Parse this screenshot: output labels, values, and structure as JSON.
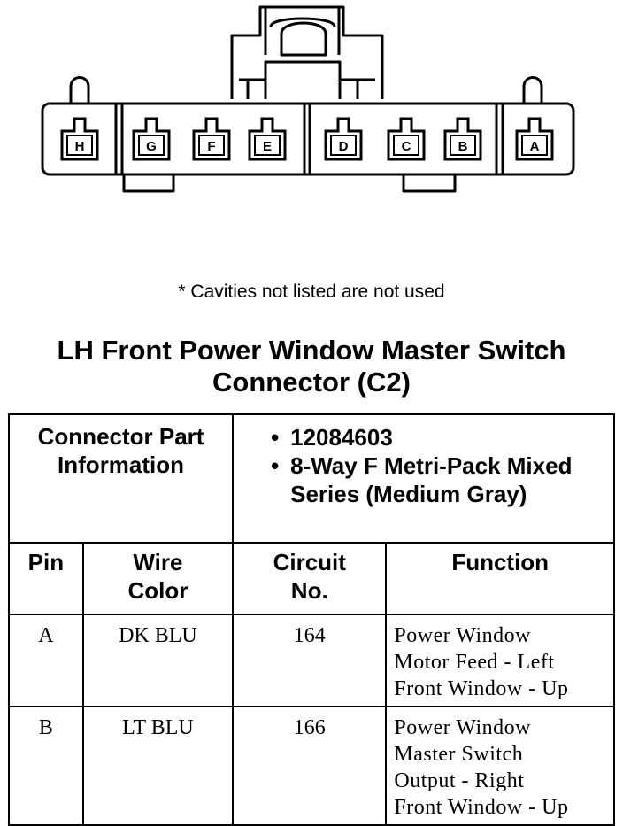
{
  "connector_diagram": {
    "cavities": [
      "H",
      "G",
      "F",
      "E",
      "D",
      "C",
      "B",
      "A"
    ]
  },
  "note": "* Cavities not listed are not used",
  "title_lines": [
    "LH Front Power Window Master Switch",
    "Connector (C2)"
  ],
  "connector_part_info": {
    "label_lines": [
      "Connector Part",
      "Information"
    ],
    "bullets": [
      "12084603",
      "8-Way F Metri-Pack Mixed Series (Medium Gray)"
    ]
  },
  "columns": {
    "pin": "Pin",
    "wire_color_lines": [
      "Wire",
      "Color"
    ],
    "circuit_lines": [
      "Circuit",
      "No."
    ],
    "function": "Function"
  },
  "rows": [
    {
      "pin": "A",
      "wire_color": "DK BLU",
      "circuit": "164",
      "function_lines": [
        "Power Window",
        "Motor Feed - Left",
        "Front Window - Up"
      ]
    },
    {
      "pin": "B",
      "wire_color": "LT BLU",
      "circuit": "166",
      "function_lines": [
        "Power Window",
        "Master Switch",
        "Output - Right",
        "Front Window - Up"
      ]
    }
  ]
}
